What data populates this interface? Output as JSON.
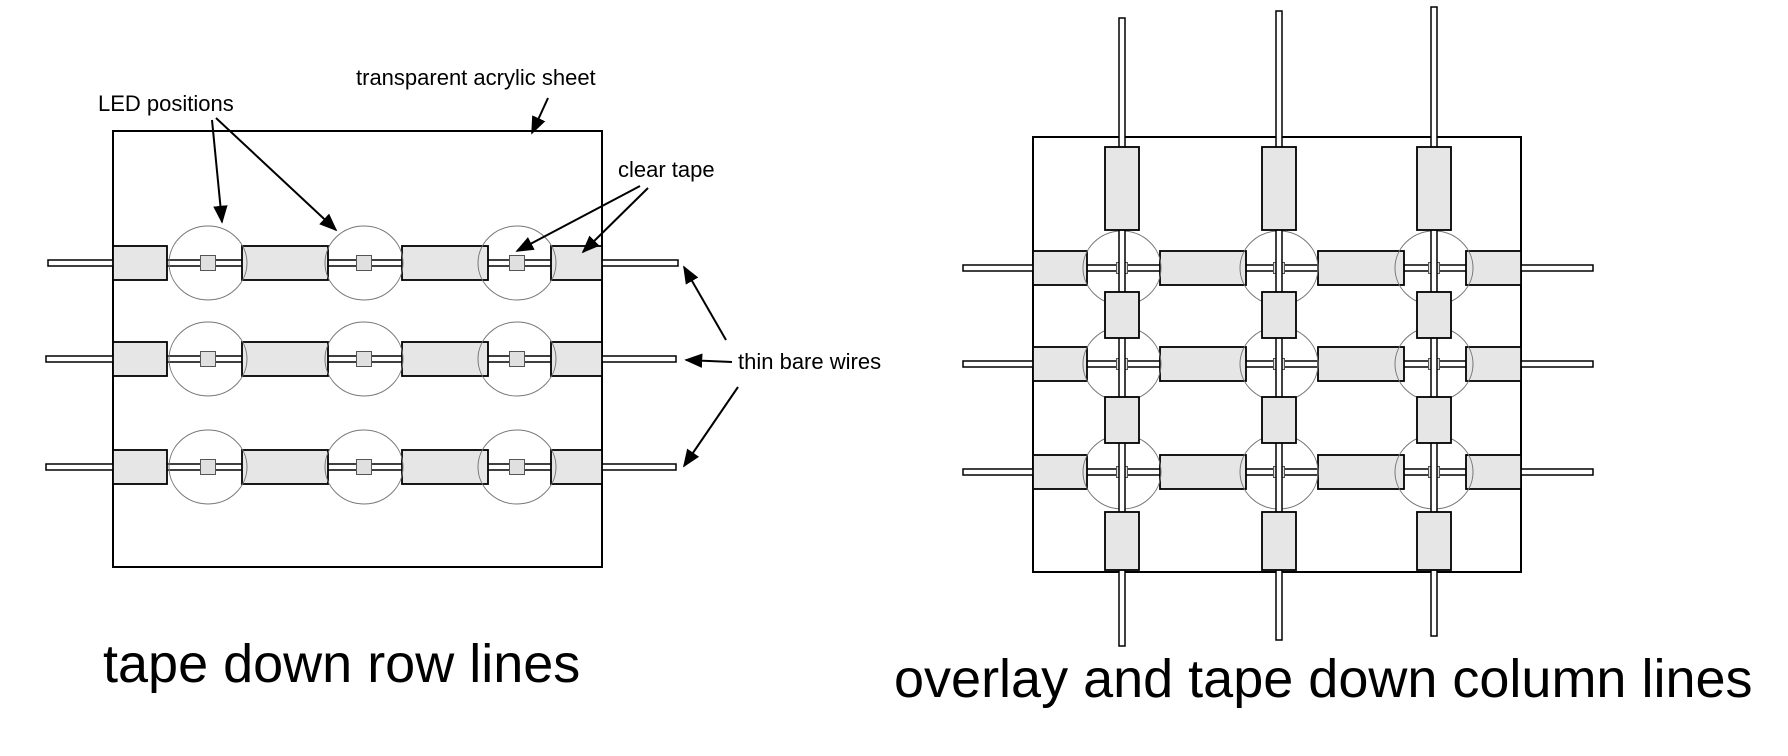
{
  "left_panel": {
    "labels": {
      "led_positions": "LED positions",
      "acrylic_sheet": "transparent acrylic sheet",
      "clear_tape": "clear tape",
      "thin_bare_wires": "thin bare wires"
    },
    "caption": "tape down row lines"
  },
  "right_panel": {
    "caption": "overlay and tape down column lines"
  },
  "colors": {
    "tape_fill": "#e6e6e6",
    "line": "#000000",
    "led_outline": "#777777",
    "background": "#ffffff"
  }
}
